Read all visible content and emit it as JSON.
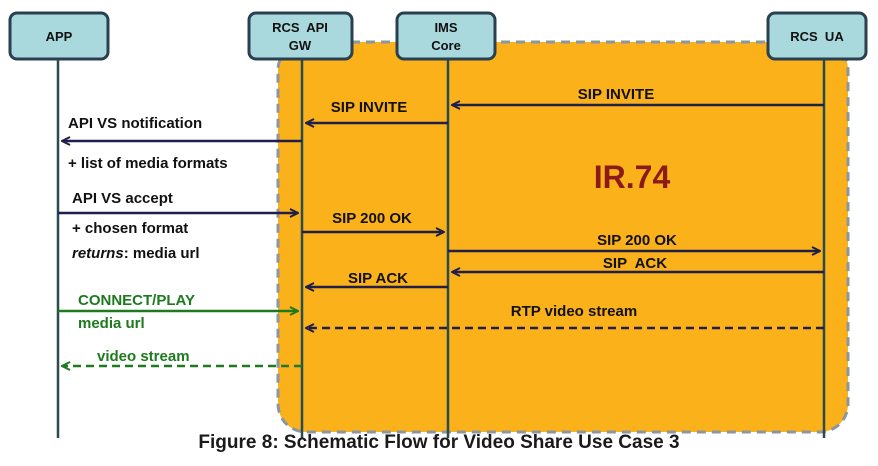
{
  "colors": {
    "box_fill": "#a9d9dc",
    "box_stroke": "#2a3f4f",
    "region_fill": "#fbb11a",
    "region_stroke": "#8b96a0",
    "lifeline": "#294c50",
    "arrow_dark": "#1f1f4a",
    "arrow_green": "#1e7a1e",
    "ir_label": "#8b1a1a",
    "text": "#111111"
  },
  "participants": [
    {
      "id": "app",
      "lines": [
        "APP"
      ]
    },
    {
      "id": "gw",
      "lines": [
        "RCS  API",
        "GW"
      ]
    },
    {
      "id": "ims",
      "lines": [
        "IMS",
        "Core"
      ]
    },
    {
      "id": "ua",
      "lines": [
        "RCS  UA"
      ]
    }
  ],
  "region_label": "IR.74",
  "messages": [
    {
      "id": "m1",
      "from": "ua",
      "to": "ims",
      "label": "SIP INVITE",
      "style": "solid",
      "color": "dark"
    },
    {
      "id": "m2",
      "from": "ims",
      "to": "gw",
      "label": "SIP INVITE",
      "style": "solid",
      "color": "dark"
    },
    {
      "id": "m3",
      "from": "gw",
      "to": "app",
      "label": "API VS notification",
      "style": "solid",
      "color": "dark"
    },
    {
      "id": "m4",
      "from": "app",
      "to": "gw",
      "label": "API VS accept",
      "style": "solid",
      "color": "dark"
    },
    {
      "id": "m5",
      "from": "gw",
      "to": "ims",
      "label": "SIP 200 OK",
      "style": "solid",
      "color": "dark"
    },
    {
      "id": "m6",
      "from": "ims",
      "to": "ua",
      "label": "SIP 200 OK",
      "style": "solid",
      "color": "dark"
    },
    {
      "id": "m7",
      "from": "ua",
      "to": "ims",
      "label": "SIP  ACK",
      "style": "solid",
      "color": "dark"
    },
    {
      "id": "m8",
      "from": "ims",
      "to": "gw",
      "label": "SIP ACK",
      "style": "solid",
      "color": "dark"
    },
    {
      "id": "m9",
      "from": "app",
      "to": "gw",
      "label": "CONNECT/PLAY",
      "style": "solid",
      "color": "green"
    },
    {
      "id": "m10",
      "from": "ua",
      "to": "gw",
      "label": "RTP video stream",
      "style": "dashed",
      "color": "dark"
    },
    {
      "id": "m11",
      "from": "gw",
      "to": "app",
      "label": "video stream",
      "style": "dashed",
      "color": "green"
    }
  ],
  "notes": [
    {
      "id": "n1",
      "text": "+ list of media formats",
      "color": "dark",
      "italic_prefix": ""
    },
    {
      "id": "n2",
      "text": "+ chosen format",
      "color": "dark",
      "italic_prefix": ""
    },
    {
      "id": "n3",
      "text": ": media url",
      "color": "dark",
      "italic_prefix": "returns"
    },
    {
      "id": "n4",
      "text": "media url",
      "color": "green",
      "italic_prefix": ""
    }
  ],
  "caption": "Figure 8: Schematic Flow for Video Share Use Case 3"
}
